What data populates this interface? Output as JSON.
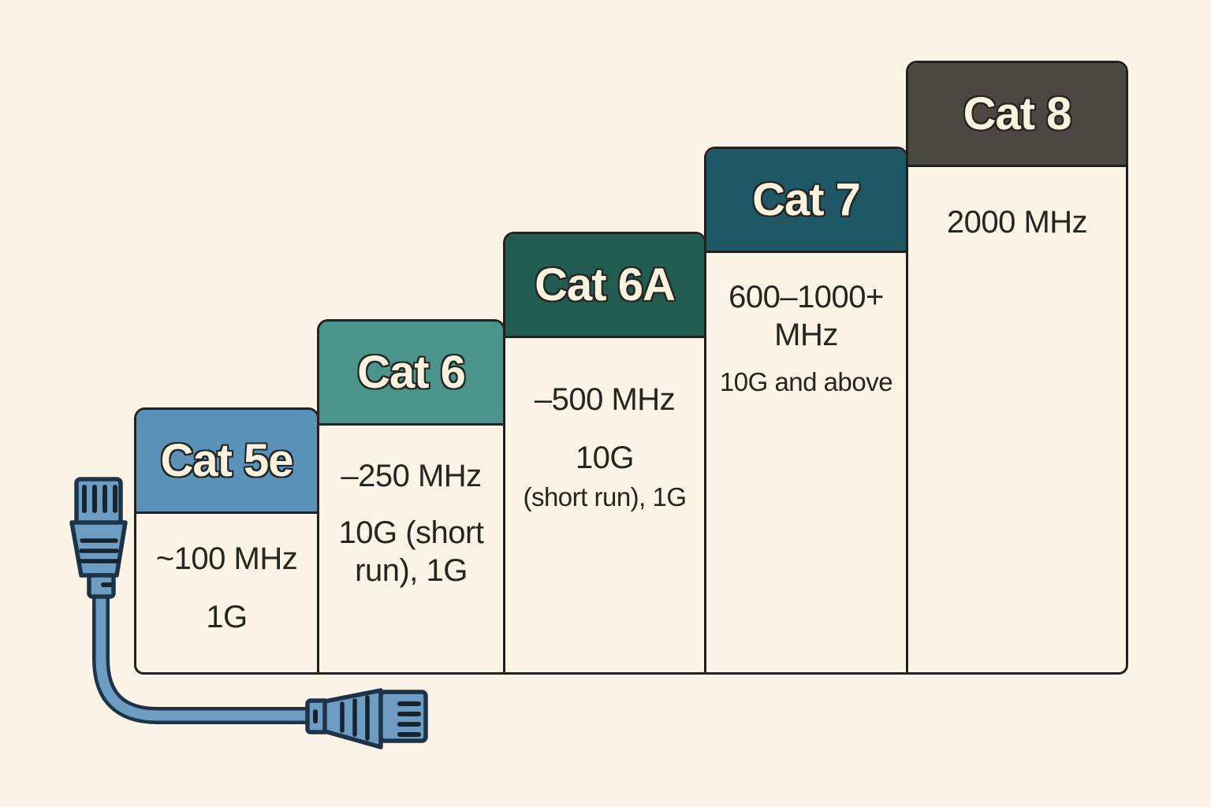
{
  "canvas": {
    "background_color": "#fbf4e6",
    "ink_color": "#22211d",
    "header_text_color": "#f8f2e0",
    "body_text_color": "#26251f"
  },
  "bars": [
    {
      "label": "Cat 5e",
      "header_color": "#5b92ba",
      "freq": "~100 MHz",
      "speed": "1G"
    },
    {
      "label": "Cat 6",
      "header_color": "#4b948b",
      "freq": "–250 MHz",
      "speed": "10G (short run), 1G"
    },
    {
      "label": "Cat 6A",
      "header_color": "#215c51",
      "freq": "–500 MHz",
      "speed": "10G",
      "speed_note": "(short run), 1G"
    },
    {
      "label": "Cat 7",
      "header_color": "#1e5766",
      "freq": "600–1000+ MHz",
      "speed_note": "10G and above"
    },
    {
      "label": "Cat 8",
      "header_color": "#4b4843",
      "freq": "2000 MHz"
    }
  ],
  "illustration": {
    "name": "ethernet-cable",
    "cable_color": "#6d9dc3",
    "outline_color": "#1d3347",
    "slot_color": "#16242f"
  }
}
